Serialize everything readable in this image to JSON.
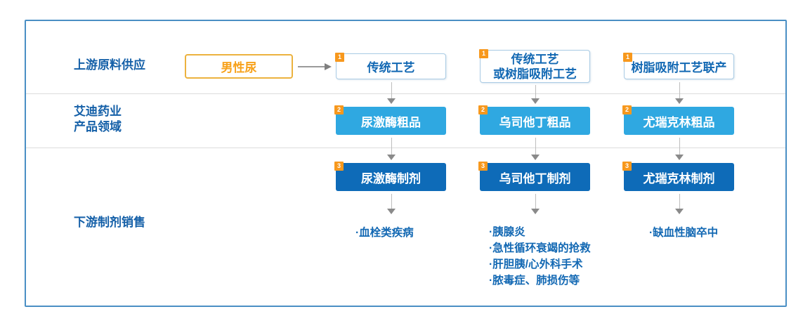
{
  "palette": {
    "card_border": "#4a8fc4",
    "divider_gray": "#dcdcdc",
    "label_blue": "#1560a8",
    "box_text_blue": "#1268b3",
    "white_box_border": "#a9cbe4",
    "crude_box_blue": "#2fa8e1",
    "formulation_box_blue": "#0e6bb8",
    "badge_orange": "#f7981d",
    "source_box_border": "#ecb23e",
    "source_text_orange": "#f7a11a",
    "arrow_gray": "#8a8a8a"
  },
  "row_labels": {
    "upstream": "上游原料供应",
    "company_line1": "艾迪药业",
    "company_line2": "产品领域",
    "downstream": "下游制剂销售"
  },
  "row_badges": [
    "1",
    "2",
    "3"
  ],
  "source_box": {
    "label": "男性尿"
  },
  "columns": [
    {
      "process_line1": "传统工艺",
      "process_line2": "",
      "crude": "尿激酶粗品",
      "formulation": "尿激酶制剂",
      "indications": [
        "·血栓类疾病"
      ]
    },
    {
      "process_line1": "传统工艺",
      "process_line2": "或树脂吸附工艺",
      "crude": "乌司他丁粗品",
      "formulation": "乌司他丁制剂",
      "indications": [
        "·胰腺炎",
        "·急性循环衰竭的抢救",
        "·肝胆胰/心外科手术",
        "·脓毒症、肺损伤等"
      ]
    },
    {
      "process_line1": "树脂吸附工艺联产",
      "process_line2": "",
      "crude": "尤瑞克林粗品",
      "formulation": "尤瑞克林制剂",
      "indications": [
        "·缺血性脑卒中"
      ]
    }
  ]
}
